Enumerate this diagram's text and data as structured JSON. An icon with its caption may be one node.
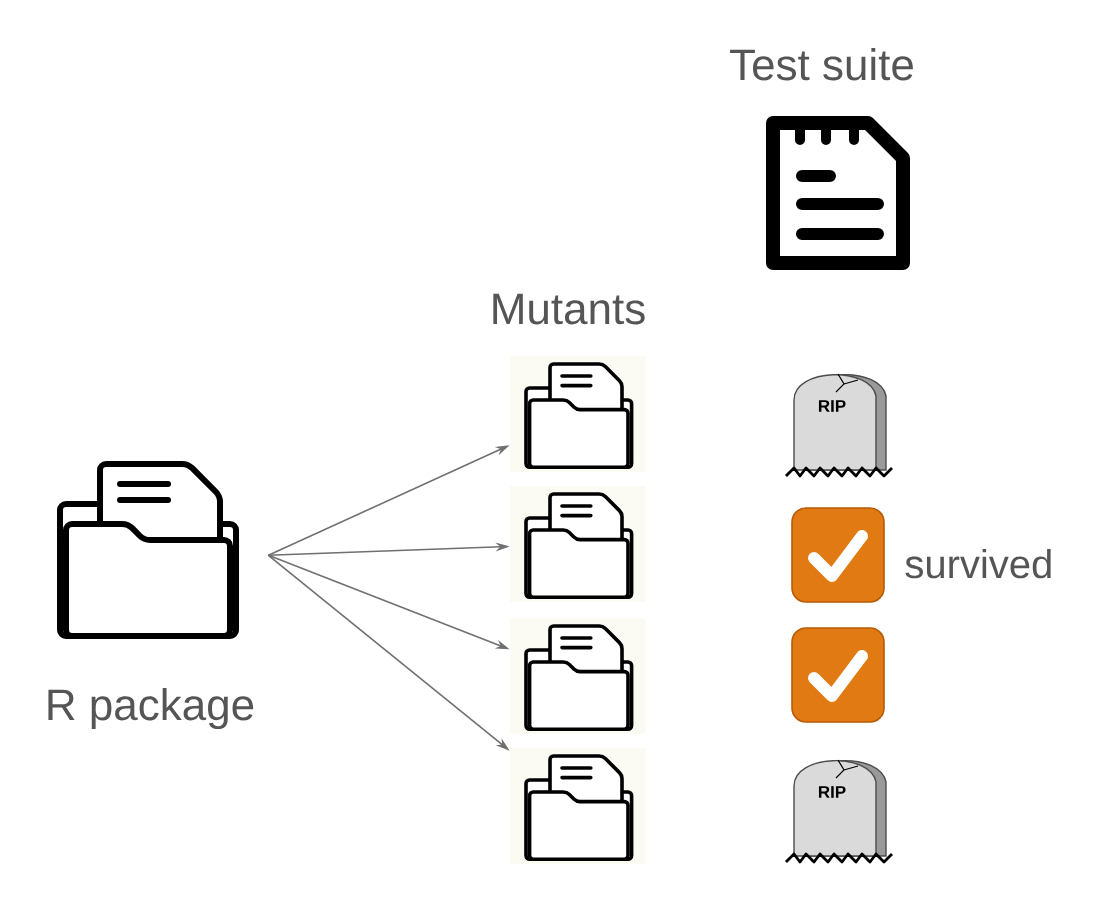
{
  "diagram": {
    "nodes": [
      {
        "text": [
          "R package"
        ]
      },
      {
        "text": [],
        "shape": "picture"
      },
      {
        "text": [],
        "shape": "picture"
      },
      {
        "text": [],
        "shape": "picture"
      },
      {
        "text": [],
        "shape": "picture"
      }
    ],
    "edges": [
      {
        "from": 0,
        "to": 1,
        "arrow": "to"
      },
      {
        "from": 0,
        "to": 2,
        "arrow": "to"
      },
      {
        "from": 0,
        "to": 3,
        "arrow": "to"
      },
      {
        "from": 0,
        "to": 4,
        "arrow": "to"
      }
    ],
    "labels": [
      "Test suite",
      "Mutants",
      "RIP",
      "survived",
      "RIP"
    ]
  }
}
